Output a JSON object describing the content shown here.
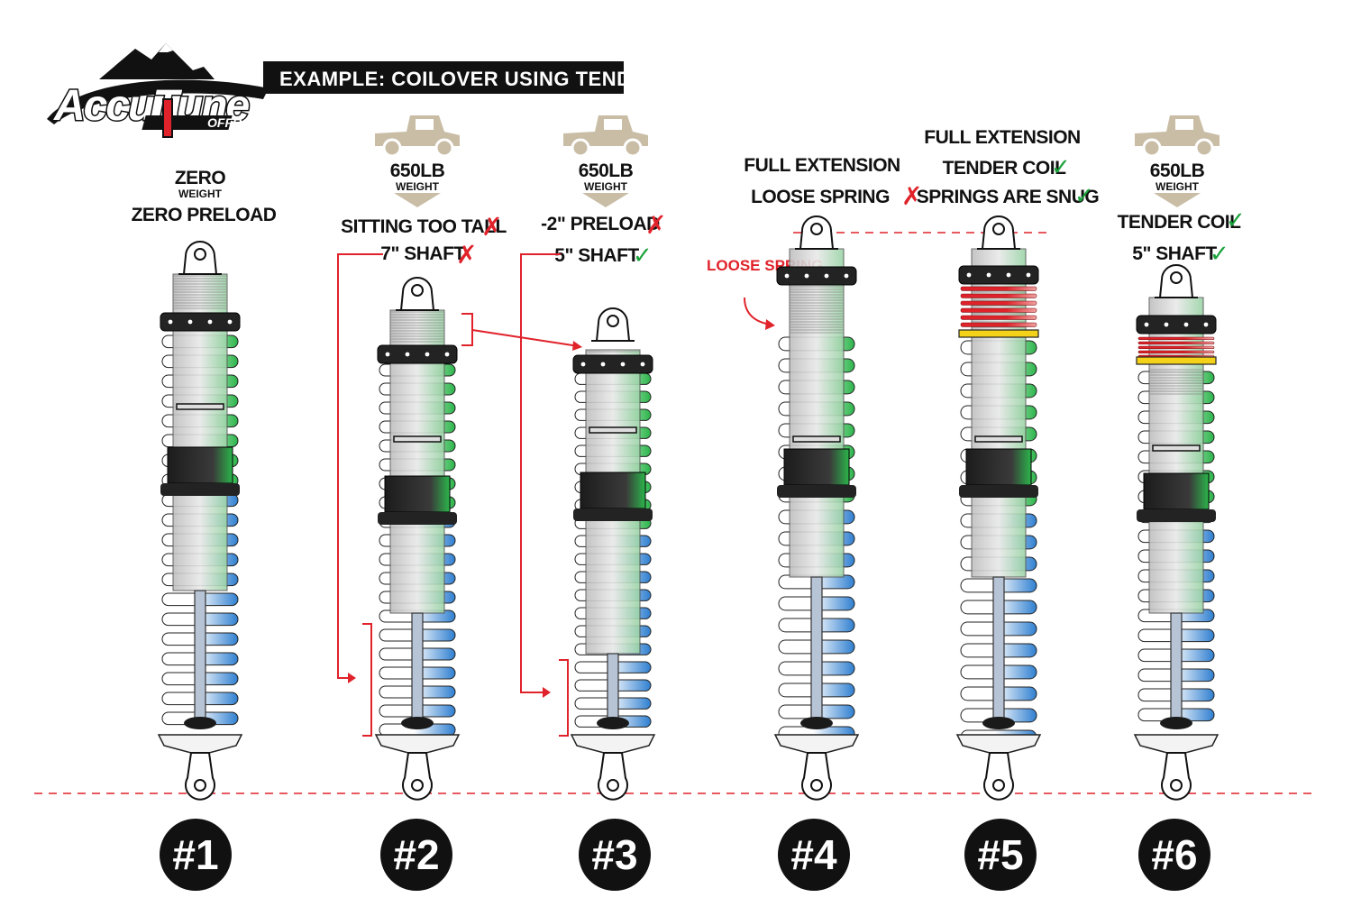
{
  "header": {
    "logo_text": "AccuTune",
    "logo_sub": "OFFROAD",
    "title": "EXAMPLE: COILOVER USING TENDER COIL"
  },
  "colors": {
    "green": "#2bb54a",
    "blue": "#2f7fd0",
    "red": "#e0222a",
    "yellow": "#f5d21a",
    "truck": "#c9bda6",
    "dark": "#232323"
  },
  "shocks": [
    {
      "number": "#1",
      "weight_value": "ZERO",
      "weight_unit": "WEIGHT",
      "line1": "ZERO PRELOAD",
      "line2": ""
    },
    {
      "number": "#2",
      "weight_value": "650LB",
      "weight_unit": "WEIGHT",
      "line1": "SITTING TOO TALL",
      "line2": "7\" SHAFT"
    },
    {
      "number": "#3",
      "weight_value": "650LB",
      "weight_unit": "WEIGHT",
      "line1": "-2\" PRELOAD",
      "line2": "5\" SHAFT"
    },
    {
      "number": "#4",
      "line1": "FULL EXTENSION",
      "line2": "LOOSE SPRING",
      "annotation": "LOOSE SPRING"
    },
    {
      "number": "#5",
      "line1": "FULL EXTENSION",
      "line2": "TENDER COIL",
      "line3": "SPRINGS ARE SNUG"
    },
    {
      "number": "#6",
      "weight_value": "650LB",
      "weight_unit": "WEIGHT",
      "line1": "TENDER COIL",
      "line2": "5\" SHAFT"
    }
  ],
  "marks": {
    "check": "✓",
    "cross": "✗"
  }
}
